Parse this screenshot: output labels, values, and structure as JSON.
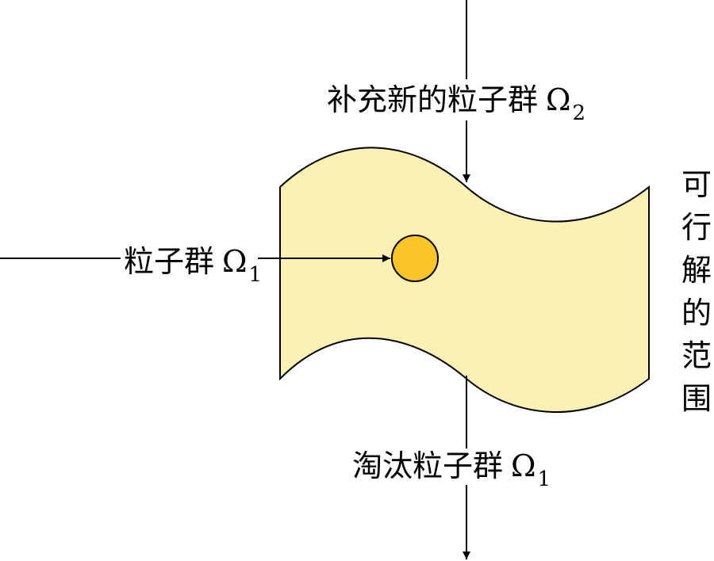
{
  "labels": {
    "add_swarm": {
      "text": "补充新的粒子群",
      "symbol": "Ω",
      "subscript": "2"
    },
    "swarm": {
      "text": "粒子群",
      "symbol": "Ω",
      "subscript": "1"
    },
    "remove_swarm": {
      "text": "淘汰粒子群",
      "symbol": "Ω",
      "subscript": "1"
    },
    "feasible_region": "可行解的范围"
  },
  "colors": {
    "region_fill": "#fcf0b4",
    "region_stroke": "#000000",
    "particle_fill": "#fbc52a",
    "particle_stroke": "#000000",
    "line": "#000000",
    "background": "#ffffff"
  }
}
